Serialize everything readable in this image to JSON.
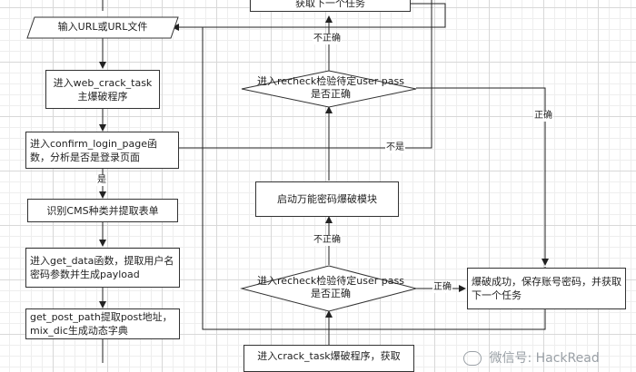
{
  "nodes": {
    "input_url": "输入URL或URL文件",
    "web_crack_task": "进入web_crack_task主爆破程序",
    "confirm_login_page": "进入confirm_login_page函数，分析是否是登录页面",
    "identify_cms": "识别CMS种类并提取表单",
    "get_data": "进入get_data函数，提取用户名密码参数并生成payload",
    "get_post_path": "get_post_path提取post地址，mix_dic生成动态字典",
    "top_next_task": "获取下一个任务",
    "recheck_top": "进入recheck检验待定user pass是否正确",
    "universal_pwd": "启动万能密码爆破模块",
    "recheck_bottom": "进入recheck检验待定user pass是否正确",
    "success": "爆破成功，保存账号密码，并获取下一个任务",
    "crack_task": "进入crack_task爆破程序，获取"
  },
  "edge_labels": {
    "yes": "是",
    "not": "不是",
    "incorrect_top": "不正确",
    "incorrect_bottom": "不正确",
    "correct_right": "正确",
    "correct_bottom": "正确"
  },
  "watermark": "微信号: HackRead"
}
